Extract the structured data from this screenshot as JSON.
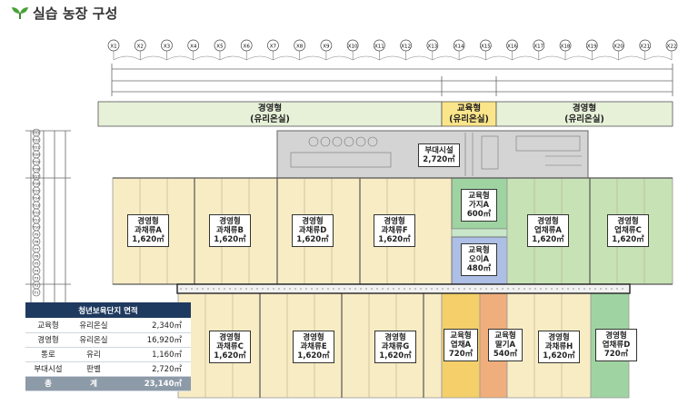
{
  "header": {
    "title": "실습 농장 구성",
    "icon": "sprout-icon"
  },
  "grid": {
    "columns": [
      "X1",
      "X2",
      "X3",
      "X4",
      "X5",
      "X6",
      "X7",
      "X8",
      "X9",
      "X10",
      "X11",
      "X12",
      "X13",
      "X14",
      "X15",
      "X16",
      "X17",
      "X18",
      "X19",
      "X20",
      "X21",
      "X22"
    ],
    "rows": [
      "Y23",
      "Y22",
      "Y21",
      "Y20",
      "Y19",
      "Y18",
      "Y17",
      "Y16",
      "Y15",
      "Y14",
      "Y13",
      "Y12",
      "Y11",
      "Y10",
      "Y9",
      "Y8",
      "Y7",
      "Y6",
      "Y5",
      "Y4",
      "Y3",
      "Y2",
      "Y1"
    ]
  },
  "bands": [
    {
      "line1": "경영형",
      "line2": "(유리온실)"
    },
    {
      "line1": "교육형",
      "line2": "(유리온실)"
    },
    {
      "line1": "경영형",
      "line2": "(유리온실)"
    }
  ],
  "facility": {
    "line1": "부대시설",
    "line2": "2,720㎡"
  },
  "zones": [
    {
      "line1": "경영형",
      "line2": "과채류A",
      "line3": "1,620㎡"
    },
    {
      "line1": "경영형",
      "line2": "과채류B",
      "line3": "1,620㎡"
    },
    {
      "line1": "경영형",
      "line2": "과채류D",
      "line3": "1,620㎡"
    },
    {
      "line1": "경영형",
      "line2": "과채류F",
      "line3": "1,620㎡"
    },
    {
      "line1": "교육형",
      "line2": "가지A",
      "line3": "600㎡"
    },
    {
      "line1": "교육형",
      "line2": "오이A",
      "line3": "480㎡"
    },
    {
      "line1": "경영형",
      "line2": "엽채류A",
      "line3": "1,620㎡"
    },
    {
      "line1": "경영형",
      "line2": "엽채류C",
      "line3": "1,620㎡"
    },
    {
      "line1": "경영형",
      "line2": "과채류C",
      "line3": "1,620㎡"
    },
    {
      "line1": "경영형",
      "line2": "과채류E",
      "line3": "1,620㎡"
    },
    {
      "line1": "경영형",
      "line2": "과채류G",
      "line3": "1,620㎡"
    },
    {
      "line1": "교육형",
      "line2": "엽채A",
      "line3": "720㎡"
    },
    {
      "line1": "교육형",
      "line2": "딸기A",
      "line3": "540㎡"
    },
    {
      "line1": "경영형",
      "line2": "과채류H",
      "line3": "1,620㎡"
    },
    {
      "line1": "경영형",
      "line2": "엽채류D",
      "line3": "720㎡"
    }
  ],
  "area_table": {
    "title": "청년보육단지 면적",
    "rows": [
      {
        "type": "교육형",
        "kind": "유리온실",
        "area": "2,340㎡"
      },
      {
        "type": "경영형",
        "kind": "유리온실",
        "area": "16,920㎡"
      },
      {
        "type": "통로",
        "kind": "유리",
        "area": "1,160㎡"
      },
      {
        "type": "부대시설",
        "kind": "판벨",
        "area": "2,720㎡"
      }
    ],
    "total": {
      "label1": "총",
      "label2": "계",
      "area": "23,140㎡"
    }
  },
  "colors": {
    "managed_fill": "#f8ecc4",
    "managed_band": "#e6f1d8",
    "edu_band": "#fbe58a",
    "edu_green": "#9fd4a2",
    "edu_blue": "#aebfe6",
    "leafy_green": "#c7e2b5",
    "edu_yellow": "#f4cf6a",
    "edu_orange": "#efae7c",
    "facility_gray": "#d4d4d4",
    "table_header": "#1f3a5f",
    "table_total": "#8d9aa8"
  }
}
